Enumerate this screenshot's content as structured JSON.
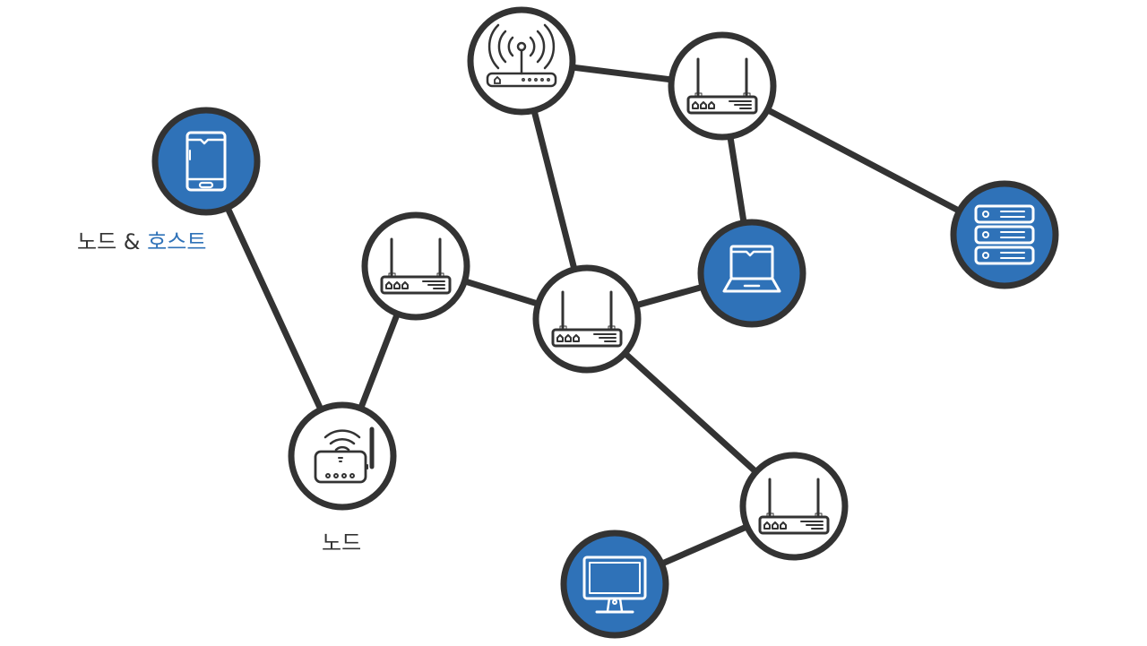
{
  "colors": {
    "edge": "#333333",
    "host_fill": "#2f72b8",
    "node_fill": "#ffffff",
    "label_text": "#333333",
    "label_highlight": "#2f72b8"
  },
  "labels": {
    "node_host_part1": "노드 &",
    "node_host_part2": "호스트",
    "node": "노드"
  },
  "nodes": [
    {
      "id": "phone",
      "icon": "smartphone-icon",
      "kind": "host"
    },
    {
      "id": "antenna",
      "icon": "wireless-access-point-icon",
      "kind": "node"
    },
    {
      "id": "router-top",
      "icon": "router-icon",
      "kind": "node"
    },
    {
      "id": "server",
      "icon": "server-icon",
      "kind": "host"
    },
    {
      "id": "router-left",
      "icon": "router-icon",
      "kind": "node"
    },
    {
      "id": "router-center",
      "icon": "router-icon",
      "kind": "node"
    },
    {
      "id": "laptop",
      "icon": "laptop-icon",
      "kind": "host"
    },
    {
      "id": "wifi-router",
      "icon": "wifi-router-icon",
      "kind": "node"
    },
    {
      "id": "router-bottom",
      "icon": "router-icon",
      "kind": "node"
    },
    {
      "id": "desktop",
      "icon": "desktop-monitor-icon",
      "kind": "host"
    }
  ],
  "edges": [
    [
      "phone",
      "wifi-router"
    ],
    [
      "wifi-router",
      "router-left"
    ],
    [
      "router-left",
      "router-center"
    ],
    [
      "router-center",
      "antenna"
    ],
    [
      "router-center",
      "laptop"
    ],
    [
      "router-center",
      "router-bottom"
    ],
    [
      "antenna",
      "router-top"
    ],
    [
      "router-top",
      "laptop"
    ],
    [
      "router-top",
      "server"
    ],
    [
      "router-bottom",
      "desktop"
    ]
  ]
}
